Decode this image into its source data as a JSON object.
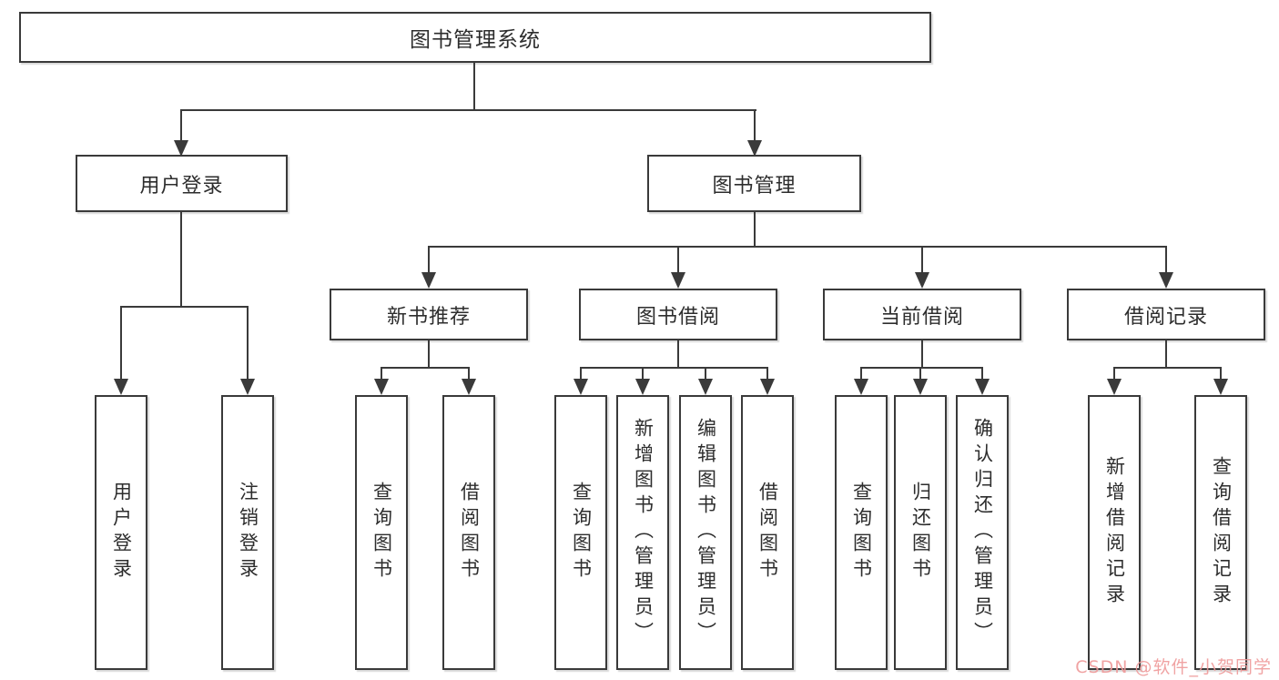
{
  "chart": {
    "root": {
      "label": "图书管理系统"
    },
    "user_login": {
      "label": "用户登录",
      "children": [
        "用户登录",
        "注销登录"
      ]
    },
    "book_mgmt": {
      "label": "图书管理",
      "groups": [
        {
          "label": "新书推荐",
          "children": [
            "查询图书",
            "借阅图书"
          ]
        },
        {
          "label": "图书借阅",
          "children": [
            "查询图书",
            "新增图书（管理员）",
            "编辑图书（管理员）",
            "借阅图书"
          ]
        },
        {
          "label": "当前借阅",
          "children": [
            "查询图书",
            "归还图书",
            "确认归还（管理员）"
          ]
        },
        {
          "label": "借阅记录",
          "children": [
            "新增借阅记录",
            "查询借阅记录"
          ]
        }
      ]
    }
  },
  "watermark": {
    "text": "CSDN @软件_小贺同学",
    "color": "#ef9a9a"
  },
  "colors": {
    "line": "#3a3a3a",
    "text": "#2d2d2d",
    "background": "#ffffff"
  }
}
